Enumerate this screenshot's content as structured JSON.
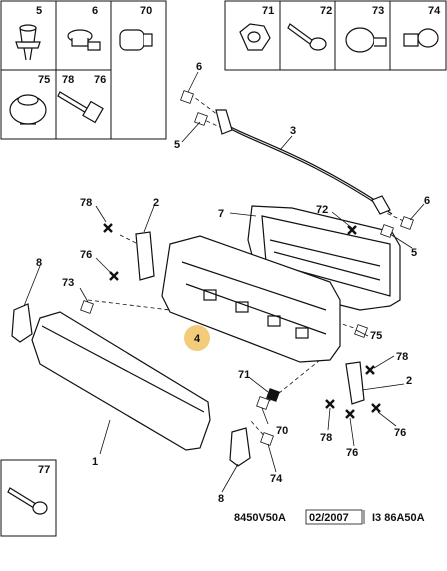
{
  "legend_top_left": [
    {
      "ref": "5"
    },
    {
      "ref": "6"
    },
    {
      "ref": "70"
    },
    {
      "ref": "75"
    },
    {
      "ref": "78"
    },
    {
      "ref": "76"
    }
  ],
  "legend_top_right": [
    {
      "ref": "71"
    },
    {
      "ref": "72"
    },
    {
      "ref": "73"
    },
    {
      "ref": "74"
    }
  ],
  "legend_bottom_left": [
    {
      "ref": "77"
    }
  ],
  "callouts": {
    "c6a": "6",
    "c5a": "5",
    "c3": "3",
    "c78a": "78",
    "c2a": "2",
    "c7": "7",
    "c72": "72",
    "c6b": "6",
    "c5b": "5",
    "c8a": "8",
    "c76a": "76",
    "c73": "73",
    "c4": "4",
    "c75": "75",
    "c78b": "78",
    "c71": "71",
    "c2b": "2",
    "c70": "70",
    "c1": "1",
    "c78c": "78",
    "c76b": "76",
    "c76c": "76",
    "c74": "74",
    "c8b": "8"
  },
  "footer": {
    "code": "8450V50A",
    "date": "02/2007",
    "ref": "I3 86A50A"
  },
  "colors": {
    "highlight": "#f3cc7a",
    "line": "#111111"
  }
}
